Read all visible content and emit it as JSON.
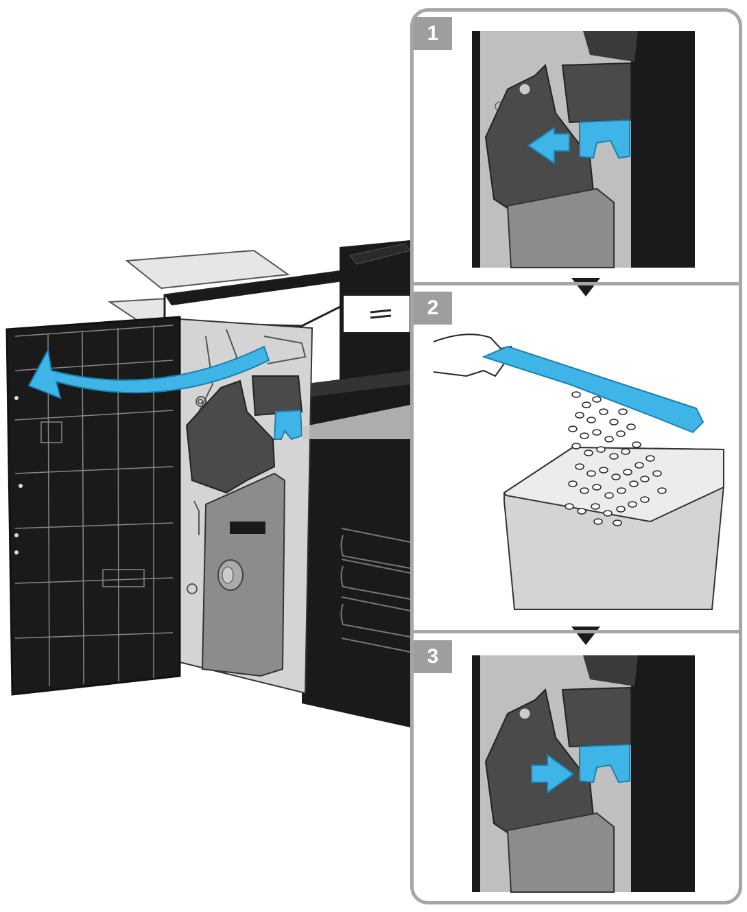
{
  "steps": [
    {
      "number": "1",
      "caption_icon": "slide-out-arrow-icon"
    },
    {
      "number": "2",
      "caption_icon": "empty-waste-icon"
    },
    {
      "number": "3",
      "caption_icon": "slide-in-arrow-icon"
    }
  ],
  "colors": {
    "accent": "#3fb4e6",
    "accent_dark": "#1a7fb0",
    "frame": "#a6a6a6",
    "badge": "#9e9e9e",
    "machine_dark": "#1a1a1a",
    "machine_gray": "#c8c8c8",
    "part_dark": "#4a4a4a"
  },
  "icons": {
    "door_arrow": "curved-arrow-open-door-icon",
    "flow_arrow": "down-triangle-icon"
  }
}
